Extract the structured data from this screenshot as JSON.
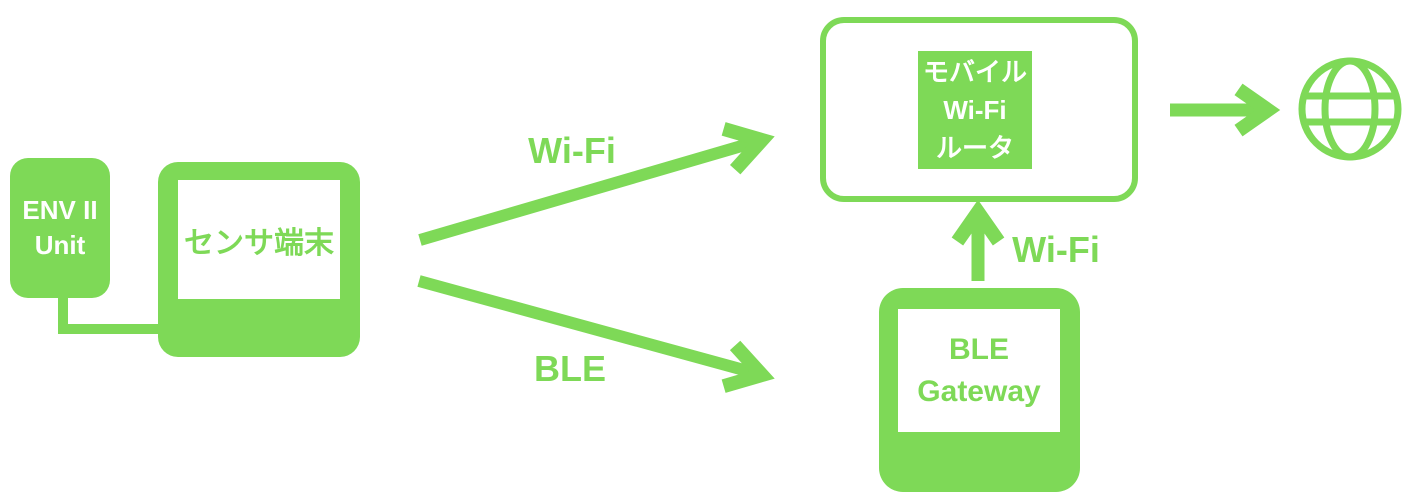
{
  "diagram": {
    "colors": {
      "accent_green": "#7ED957",
      "background": "#FFFFFF"
    },
    "nodes": {
      "env_unit": {
        "lines": [
          "ENV II",
          "Unit"
        ]
      },
      "sensor": {
        "label": "センサ端末"
      },
      "router": {
        "lines": [
          "モバイル",
          "Wi-Fi",
          "ルータ"
        ]
      },
      "gateway": {
        "lines": [
          "BLE",
          "Gateway"
        ]
      },
      "internet": {
        "icon": "globe-icon"
      }
    },
    "edges": {
      "sensor_to_router": {
        "label": "Wi-Fi"
      },
      "sensor_to_gateway": {
        "label": "BLE"
      },
      "gateway_to_router": {
        "label": "Wi-Fi"
      },
      "router_to_internet": {}
    }
  }
}
